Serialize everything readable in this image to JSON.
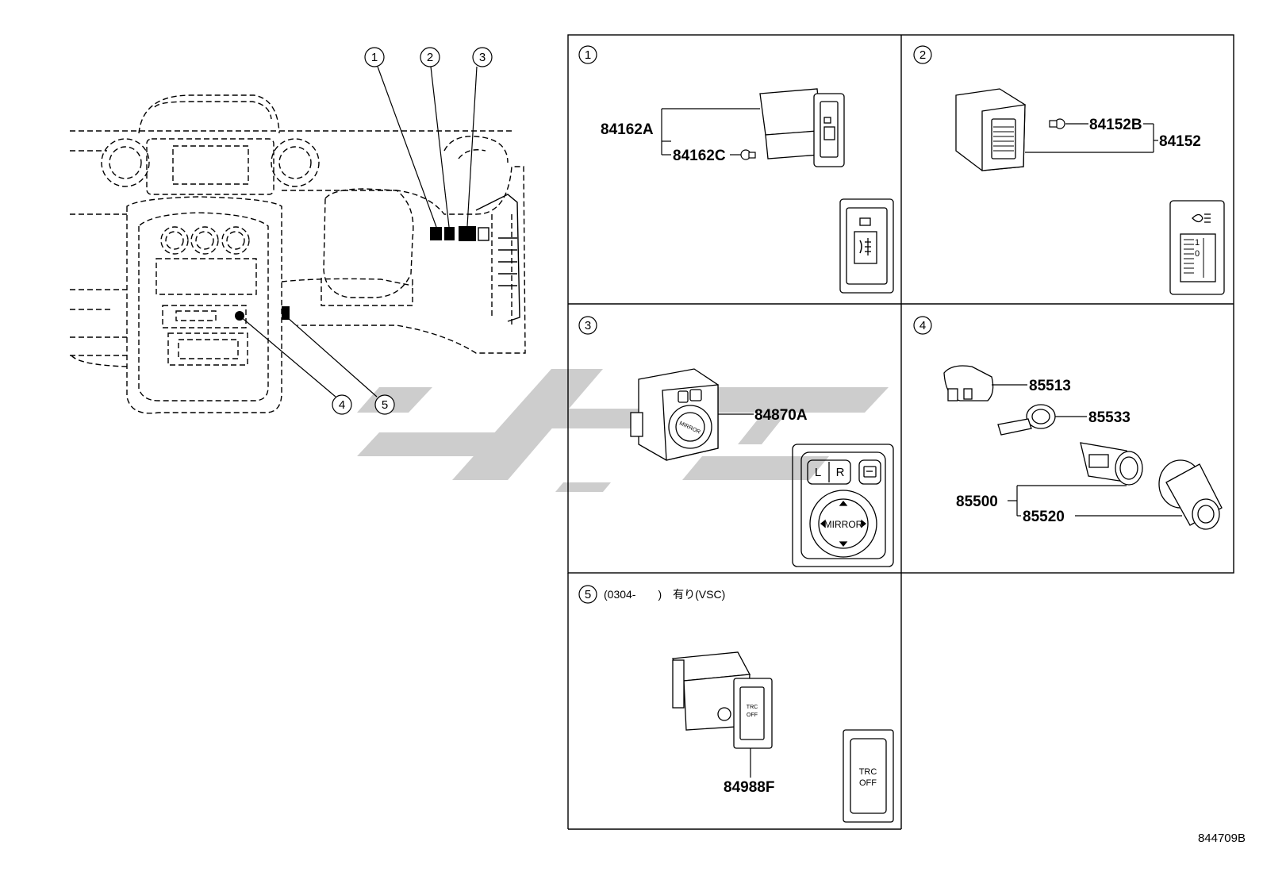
{
  "overview": {
    "callouts": [
      "1",
      "2",
      "3",
      "4",
      "5"
    ]
  },
  "panels": [
    {
      "id": "1",
      "parts": [
        "84162A",
        "84162C"
      ]
    },
    {
      "id": "2",
      "parts": [
        "84152B",
        "84152"
      ],
      "dial_marks": [
        "1",
        "0"
      ]
    },
    {
      "id": "3",
      "parts": [
        "84870A"
      ],
      "switch_labels": {
        "left": "L",
        "right": "R",
        "mirror": "MIRROR"
      }
    },
    {
      "id": "4",
      "parts": [
        "85513",
        "85533",
        "85500",
        "85520"
      ]
    },
    {
      "id": "5",
      "note": "(0304-　　)　有り(VSC)",
      "parts": [
        "84988F"
      ],
      "switch_text": [
        "TRC",
        "OFF"
      ]
    }
  ],
  "figure_id": "844709B"
}
